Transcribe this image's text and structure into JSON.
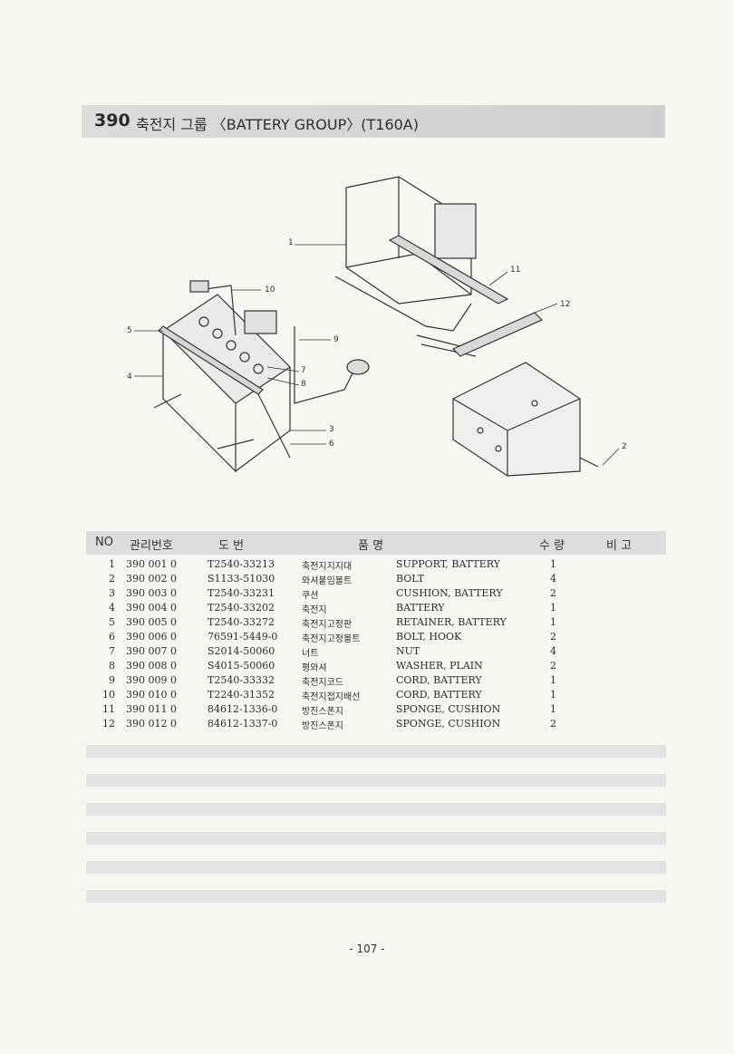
{
  "title": {
    "number": "390",
    "text": "축전지 그룹 〈BATTERY GROUP〉(T160A)"
  },
  "callouts": [
    "1",
    "2",
    "3",
    "4",
    "5",
    "6",
    "7",
    "8",
    "9",
    "10",
    "11",
    "12"
  ],
  "table": {
    "headers": {
      "no": "NO",
      "control_no": "관리번호",
      "drawing_no": "도 번",
      "part_name": "품 명",
      "qty": "수 량",
      "remarks": "비 고"
    },
    "rows": [
      {
        "no": "1",
        "code": "390 001 0",
        "part": "T2540-33213",
        "kr": "축전지지지대",
        "en": "SUPPORT, BATTERY",
        "qty": "1"
      },
      {
        "no": "2",
        "code": "390 002 0",
        "part": "S1133-51030",
        "kr": "와셔붙임볼트",
        "en": "BOLT",
        "qty": "4"
      },
      {
        "no": "3",
        "code": "390 003 0",
        "part": "T2540-33231",
        "kr": "쿠션",
        "en": "CUSHION, BATTERY",
        "qty": "2"
      },
      {
        "no": "4",
        "code": "390 004 0",
        "part": "T2540-33202",
        "kr": "축전지",
        "en": "BATTERY",
        "qty": "1"
      },
      {
        "no": "5",
        "code": "390 005 0",
        "part": "T2540-33272",
        "kr": "축전지고정판",
        "en": "RETAINER, BATTERY",
        "qty": "1"
      },
      {
        "no": "6",
        "code": "390 006 0",
        "part": "76591-5449-0",
        "kr": "축전지고정볼트",
        "en": "BOLT, HOOK",
        "qty": "2"
      },
      {
        "no": "7",
        "code": "390 007 0",
        "part": "S2014-50060",
        "kr": "너트",
        "en": "NUT",
        "qty": "4"
      },
      {
        "no": "8",
        "code": "390 008 0",
        "part": "S4015-50060",
        "kr": "평와셔",
        "en": "WASHER, PLAIN",
        "qty": "2"
      },
      {
        "no": "9",
        "code": "390 009 0",
        "part": "T2540-33332",
        "kr": "축전지코드",
        "en": "CORD, BATTERY",
        "qty": "1"
      },
      {
        "no": "10",
        "code": "390 010 0",
        "part": "T2240-31352",
        "kr": "축전지접지배선",
        "en": "CORD, BATTERY",
        "qty": "1"
      },
      {
        "no": "11",
        "code": "390 011 0",
        "part": "84612-1336-0",
        "kr": "방진스폰지",
        "en": "SPONGE, CUSHION",
        "qty": "1"
      },
      {
        "no": "12",
        "code": "390 012 0",
        "part": "84612-1337-0",
        "kr": "방진스폰지",
        "en": "SPONGE, CUSHION",
        "qty": "2"
      }
    ]
  },
  "page_number": "- 107 -"
}
